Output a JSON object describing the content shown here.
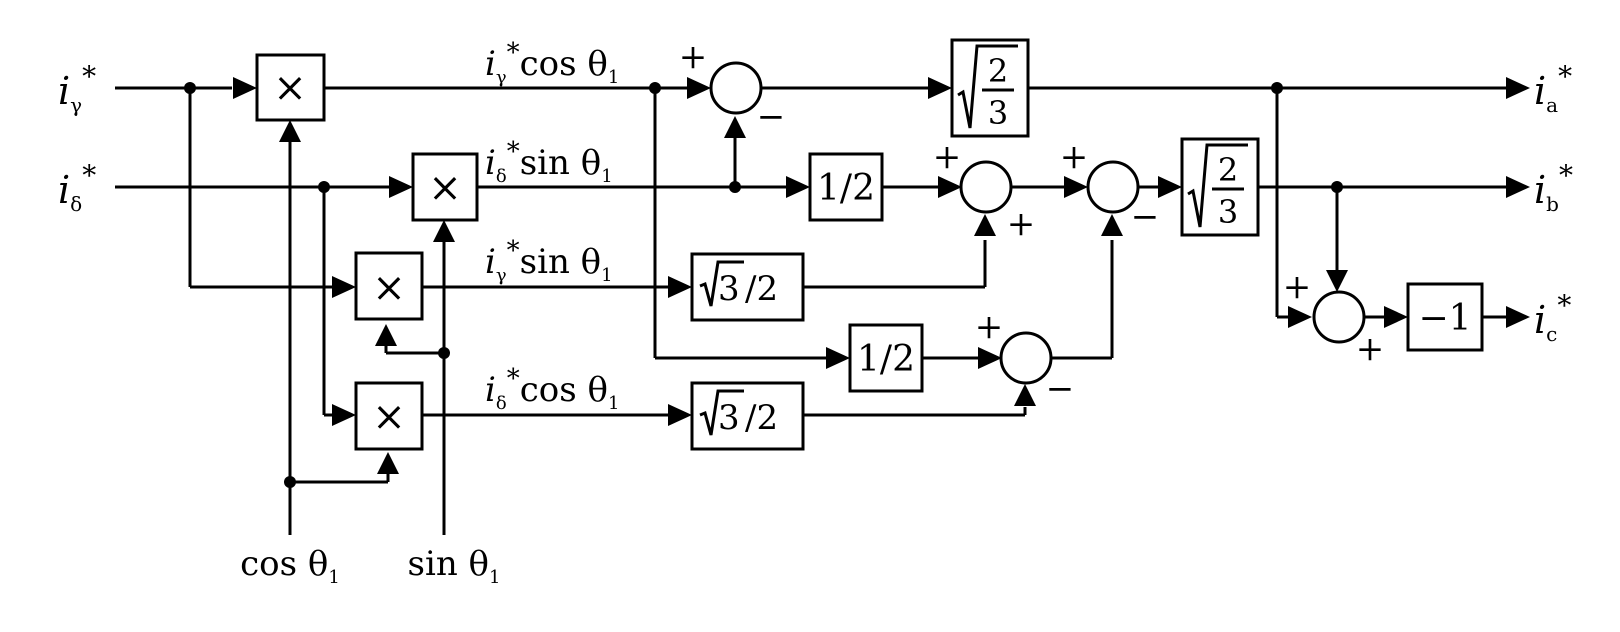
{
  "inputs": {
    "i_gamma": {
      "var": "i",
      "sub": "γ",
      "sup": "*"
    },
    "i_delta": {
      "var": "i",
      "sub": "δ",
      "sup": "*"
    }
  },
  "outputs": {
    "i_a": {
      "var": "i",
      "sub": "a",
      "sup": "*"
    },
    "i_b": {
      "var": "i",
      "sub": "b",
      "sup": "*"
    },
    "i_c": {
      "var": "i",
      "sub": "c",
      "sup": "*"
    }
  },
  "signal_labels": {
    "igamma_cos": {
      "var": "i",
      "sub": "γ",
      "sup": "*",
      "fn": "cos θ",
      "fnsub": "1"
    },
    "idelta_sin": {
      "var": "i",
      "sub": "δ",
      "sup": "*",
      "fn": "sin θ",
      "fnsub": "1"
    },
    "igamma_sin": {
      "var": "i",
      "sub": "γ",
      "sup": "*",
      "fn": "sin θ",
      "fnsub": "1"
    },
    "idelta_cos": {
      "var": "i",
      "sub": "δ",
      "sup": "*",
      "fn": "cos θ",
      "fnsub": "1"
    }
  },
  "bottom_inputs": {
    "cos": {
      "fn": "cos θ",
      "sub": "1"
    },
    "sin": {
      "fn": "sin θ",
      "sub": "1"
    }
  },
  "multiplier_symbol": "×",
  "gains": {
    "half": "1/2",
    "sqrt3_over_2": {
      "radicand": "3",
      "rest": "/2"
    },
    "sqrt_2_3": {
      "num": "2",
      "den": "3"
    },
    "neg_one": "−1"
  },
  "signs": {
    "plus": "+",
    "minus": "−"
  },
  "colors": {
    "line": "#000000",
    "background": "#ffffff"
  }
}
